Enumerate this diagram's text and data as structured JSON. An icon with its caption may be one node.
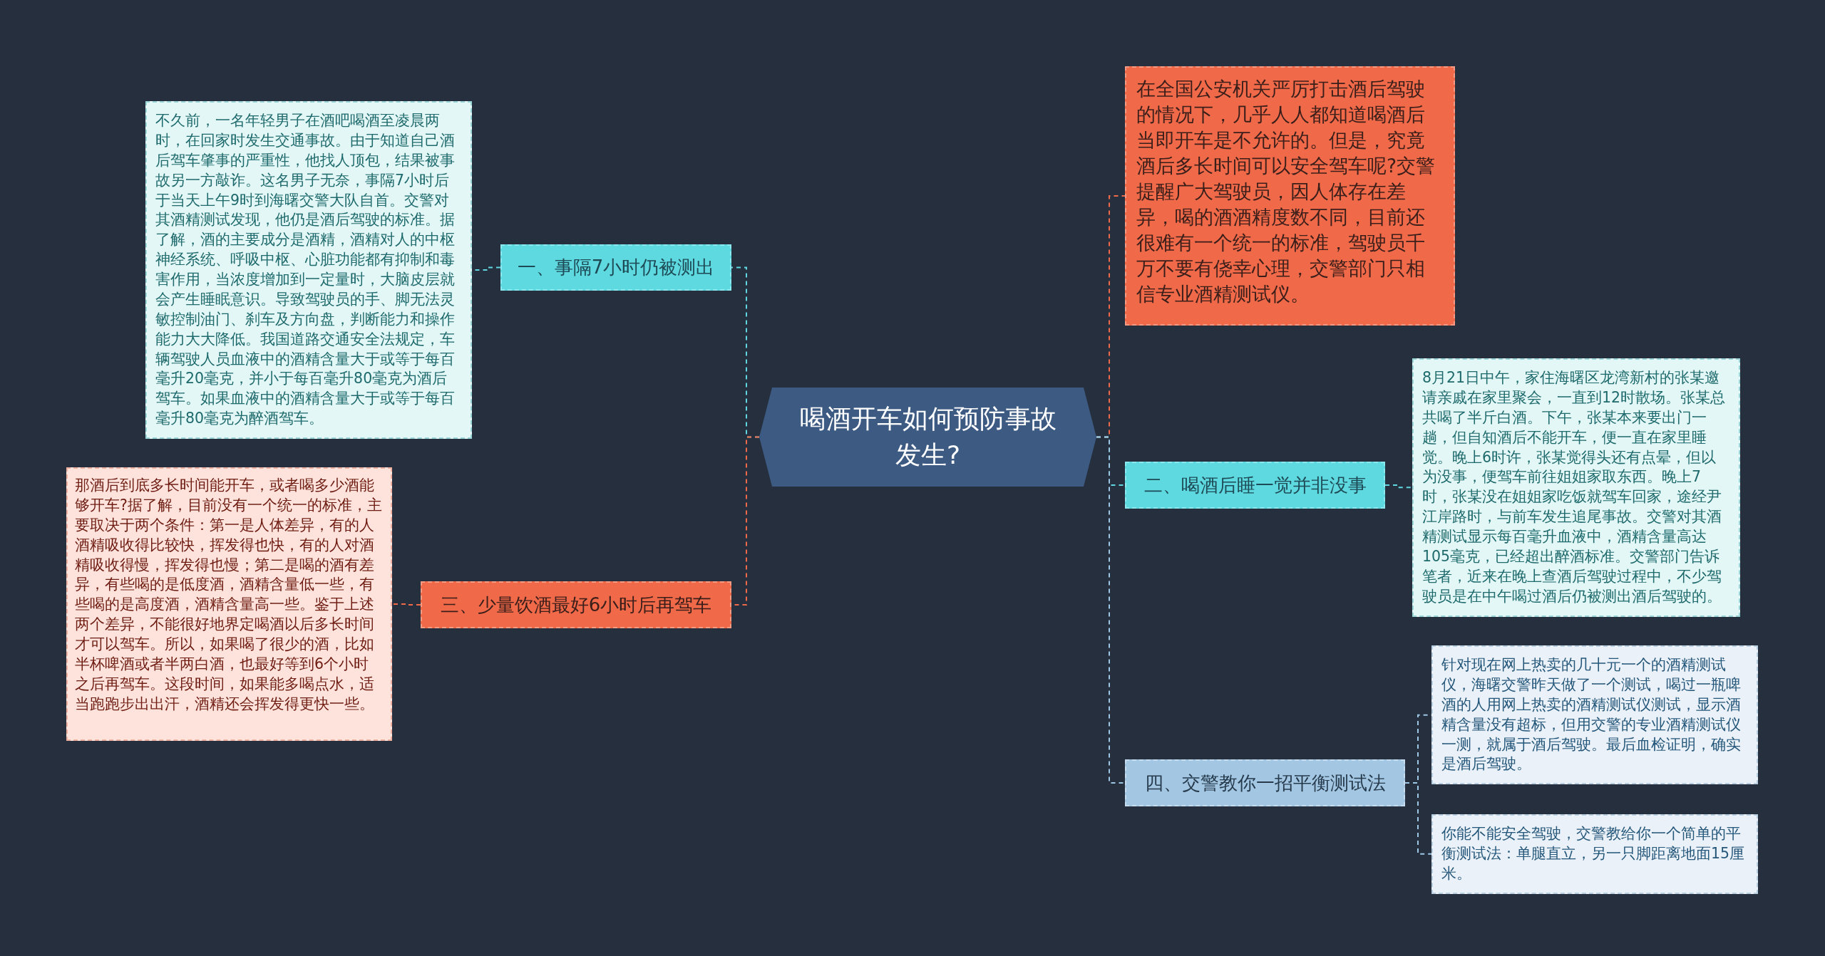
{
  "diagram": {
    "nodes": [
      {
        "text": [
          "喝酒开车如何预防事故发生?"
        ]
      },
      {
        "text": [
          "一、事隔7小时仍被测出"
        ]
      },
      {
        "text": [
          "不久前，一名年轻男子在酒吧喝酒至凌晨两时，在回家时发生交通事故。由于知道自己酒后驾车肇事的严重性，他找人顶包，结果被事故另一方敲诈。这名男子无奈，事隔7小时后于当天上午9时到海曙交警大队自首。交警对其酒精测试发现，他仍是酒后驾驶的标准。据了解，酒的主要成分是酒精，酒精对人的中枢神经系统、呼吸中枢、心脏功能都有抑制和毒害作用，当浓度增加到一定量时，大脑皮层就会产生睡眠意识。导致驾驶员的手、脚无法灵敏控制油门、刹车及方向盘，判断能力和操作能力大大降低。我国道路交通安全法规定，车辆驾驶人员血液中的酒精含量大于或等于每百毫升20毫克，并小于每百毫升80毫克为酒后驾车。如果血液中的酒精含量大于或等于每百毫升80毫克为醉酒驾车。"
        ]
      },
      {
        "text": [
          "三、少量饮酒最好6小时后再驾车"
        ]
      },
      {
        "text": [
          "那酒后到底多长时间能开车，或者喝多少酒能够开车?据了解，目前没有一个统一的标准，主要取决于两个条件：第一是人体差异，有的人酒精吸收得比较快，挥发得也快，有的人对酒精吸收得慢，挥发得也慢；第二是喝的酒有差异，有些喝的是低度酒，酒精含量低一些，有些喝的是高度酒，酒精含量高一些。鉴于上述两个差异，不能很好地界定喝酒以后多长时间才可以驾车。所以，如果喝了很少的酒，比如半杯啤酒或者半两白酒，也最好等到6个小时之后再驾车。这段时间，如果能多喝点水，适当跑跑步出出汗，酒精还会挥发得更快一些。"
        ]
      },
      {
        "text": [
          "在全国公安机关严厉打击酒后驾驶的情况下，几乎人人都知道喝酒后当即开车是不允许的。但是，究竟酒后多长时间可以安全驾车呢?交警提醒广大驾驶员，因人体存在差异，喝的酒酒精度数不同，目前还很难有一个统一的标准，驾驶员千万不要有侥幸心理，交警部门只相信专业酒精测试仪。"
        ]
      },
      {
        "text": [
          "二、喝酒后睡一觉并非没事"
        ]
      },
      {
        "text": [
          "8月21日中午，家住海曙区龙湾新村的张某邀请亲戚在家里聚会，一直到12时散场。张某总共喝了半斤白酒。下午，张某本来要出门一趟，但自知酒后不能开车，便一直在家里睡觉。晚上6时许，张某觉得头还有点晕，但以为没事，便驾车前往姐姐家取东西。晚上7时，张某没在姐姐家吃饭就驾车回家，途经尹江岸路时，与前车发生追尾事故。交警对其酒精测试显示每百毫升血液中，酒精含量高达105毫克，已经超出醉酒标准。交警部门告诉笔者，近来在晚上查酒后驾驶过程中，不少驾驶员是在中午喝过酒后仍被测出酒后驾驶的。"
        ]
      },
      {
        "text": [
          "四、交警教你一招平衡测试法"
        ]
      },
      {
        "text": [
          "针对现在网上热卖的几十元一个的酒精测试仪，海曙交警昨天做了一个测试，喝过一瓶啤酒的人用网上热卖的酒精测试仪测试，显示酒精含量没有超标，但用交警的专业酒精测试仪一测，就属于酒后驾驶。最后血检证明，确实是酒后驾驶。"
        ]
      },
      {
        "text": [
          "你能不能安全驾驶，交警教给你一个简单的平衡测试法：单腿直立，另一只脚距离地面15厘米。"
        ]
      }
    ],
    "edges": [
      {
        "from": 0,
        "to": 1,
        "arrow": "none",
        "style": "dashed",
        "color": "#5fd6e0"
      },
      {
        "from": 1,
        "to": 2,
        "arrow": "none",
        "style": "dashed",
        "color": "#5fd6e0"
      },
      {
        "from": 0,
        "to": 3,
        "arrow": "none",
        "style": "dashed",
        "color": "#f06a4a"
      },
      {
        "from": 3,
        "to": 4,
        "arrow": "none",
        "style": "dashed",
        "color": "#f06a4a"
      },
      {
        "from": 0,
        "to": 5,
        "arrow": "none",
        "style": "dashed",
        "color": "#f06a4a"
      },
      {
        "from": 0,
        "to": 6,
        "arrow": "none",
        "style": "dashed",
        "color": "#5fd6e0"
      },
      {
        "from": 6,
        "to": 7,
        "arrow": "none",
        "style": "dashed",
        "color": "#5fd6e0"
      },
      {
        "from": 0,
        "to": 8,
        "arrow": "none",
        "style": "dashed",
        "color": "#9cc6e4"
      },
      {
        "from": 8,
        "to": 9,
        "arrow": "none",
        "style": "dashed",
        "color": "#9cc6e4"
      },
      {
        "from": 8,
        "to": 10,
        "arrow": "none",
        "style": "dashed",
        "color": "#9cc6e4"
      }
    ]
  }
}
